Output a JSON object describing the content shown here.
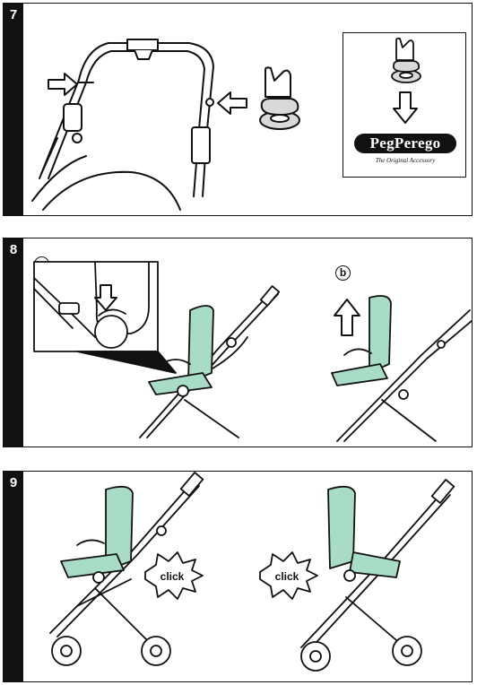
{
  "steps": [
    {
      "number": "7"
    },
    {
      "number": "8",
      "sub_labels": {
        "a": "a",
        "b": "b"
      }
    },
    {
      "number": "9",
      "click_left": "click",
      "click_right": "click"
    }
  ],
  "brand": {
    "logo_text": "PegPerego",
    "tagline": "The Original Accessory"
  },
  "colors": {
    "seat_fill": "#a9dcc6",
    "cup_fill": "#d9d9d9",
    "line": "#111111"
  },
  "icons": [
    "arrow-right-icon",
    "arrow-left-icon",
    "arrow-down-icon",
    "arrow-up-icon",
    "cup-holder-icon",
    "click-burst-icon"
  ]
}
